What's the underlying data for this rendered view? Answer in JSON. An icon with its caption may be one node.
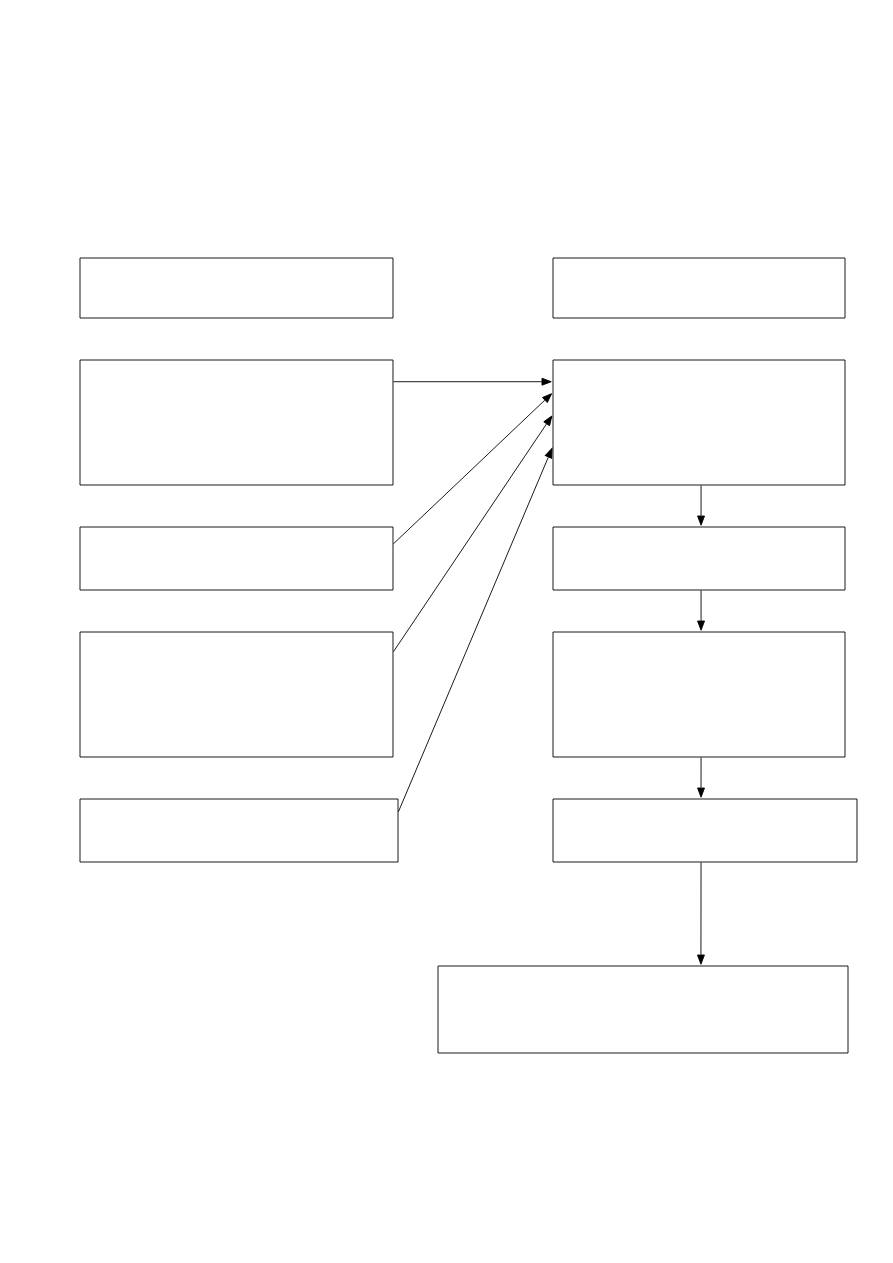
{
  "diagram": {
    "nodes": [
      {
        "text": [],
        "shape": "box"
      },
      {
        "text": [],
        "shape": "box"
      },
      {
        "text": [],
        "shape": "box"
      },
      {
        "text": [],
        "shape": "box"
      },
      {
        "text": [],
        "shape": "box"
      },
      {
        "text": [],
        "shape": "box"
      },
      {
        "text": [],
        "shape": "box"
      },
      {
        "text": [],
        "shape": "box"
      },
      {
        "text": [],
        "shape": "box"
      },
      {
        "text": [],
        "shape": "box"
      },
      {
        "text": [],
        "shape": "box"
      }
    ],
    "edges": [
      {
        "from": 2,
        "to": 3,
        "arrow": "to"
      },
      {
        "from": 4,
        "to": 3,
        "arrow": "to"
      },
      {
        "from": 6,
        "to": 3,
        "arrow": "to"
      },
      {
        "from": 8,
        "to": 3,
        "arrow": "to"
      },
      {
        "from": 3,
        "to": 5,
        "arrow": "to"
      },
      {
        "from": 5,
        "to": 7,
        "arrow": "to"
      },
      {
        "from": 7,
        "to": 9,
        "arrow": "to"
      },
      {
        "from": 9,
        "to": 10,
        "arrow": "to"
      }
    ]
  }
}
